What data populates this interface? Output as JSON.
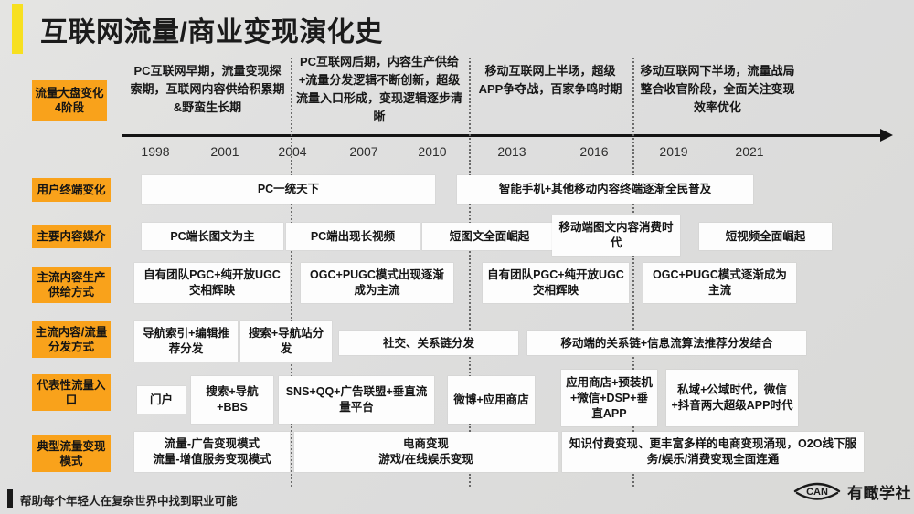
{
  "title": "互联网流量/商业变现演化史",
  "footer": {
    "tagline": "帮助每个年轻人在复杂世界中找到职业可能",
    "logo_mark": "CAN",
    "logo_text": "有瞰学社"
  },
  "phase_label": "流量大盘变化4阶段",
  "phases": [
    {
      "text": "PC互联网早期，流量变现探索期，互联网内容供给积累期&野蛮生长期"
    },
    {
      "text": "PC互联网后期，内容生产供给+流量分发逻辑不断创新，超级流量入口形成，变现逻辑逐步清晰"
    },
    {
      "text": "移动互联网上半场，超级APP争夺战，百家争鸣时期"
    },
    {
      "text": "移动互联网下半场，流量战局整合收官阶段，全面关注变现效率优化"
    }
  ],
  "timeline": {
    "years": [
      "1998",
      "2001",
      "2004",
      "2007",
      "2010",
      "2013",
      "2016",
      "2019",
      "2021"
    ]
  },
  "rows": [
    {
      "label": "用户终端变化",
      "cells": [
        {
          "text": "PC一统天下"
        },
        {
          "text": "智能手机+其他移动内容终端逐渐全民普及"
        }
      ]
    },
    {
      "label": "主要内容媒介",
      "cells": [
        {
          "text": "PC端长图文为主"
        },
        {
          "text": "PC端出现长视频"
        },
        {
          "text": "短图文全面崛起"
        },
        {
          "text": "移动端图文内容消费时代"
        },
        {
          "text": "短视频全面崛起"
        }
      ]
    },
    {
      "label": "主流内容生产供给方式",
      "cells": [
        {
          "text": "自有团队PGC+纯开放UGC交相辉映"
        },
        {
          "text": "OGC+PUGC模式出现逐渐成为主流"
        },
        {
          "text": "自有团队PGC+纯开放UGC交相辉映"
        },
        {
          "text": "OGC+PUGC模式逐渐成为主流"
        }
      ]
    },
    {
      "label": "主流内容/流量分发方式",
      "cells": [
        {
          "text": "导航索引+编辑推荐分发"
        },
        {
          "text": "搜索+导航站分发"
        },
        {
          "text": "社交、关系链分发"
        },
        {
          "text": "移动端的关系链+信息流算法推荐分发结合"
        }
      ]
    },
    {
      "label": "代表性流量入口",
      "cells": [
        {
          "text": "门户"
        },
        {
          "text": "搜索+导航+BBS"
        },
        {
          "text": "SNS+QQ+广告联盟+垂直流量平台"
        },
        {
          "text": "微博+应用商店"
        },
        {
          "text": "应用商店+预装机+微信+DSP+垂直APP"
        },
        {
          "text": "私域+公域时代，微信+抖音两大超级APP时代"
        }
      ]
    },
    {
      "label": "典型流量变现模式",
      "cells": [
        {
          "text": "流量-广告变现模式\n流量-增值服务变现模式"
        },
        {
          "text": "电商变现\n游戏/在线娱乐变现"
        },
        {
          "text": "知识付费变现、更丰富多样的电商变现涌现，O2O线下服务/娱乐/消费变现全面连通"
        }
      ]
    }
  ],
  "colors": {
    "accent_yellow": "#f7e020",
    "accent_orange": "#f9a21b",
    "background": "#e2e2e0",
    "cell_background": "#fdfdfd",
    "ink": "#151515"
  }
}
